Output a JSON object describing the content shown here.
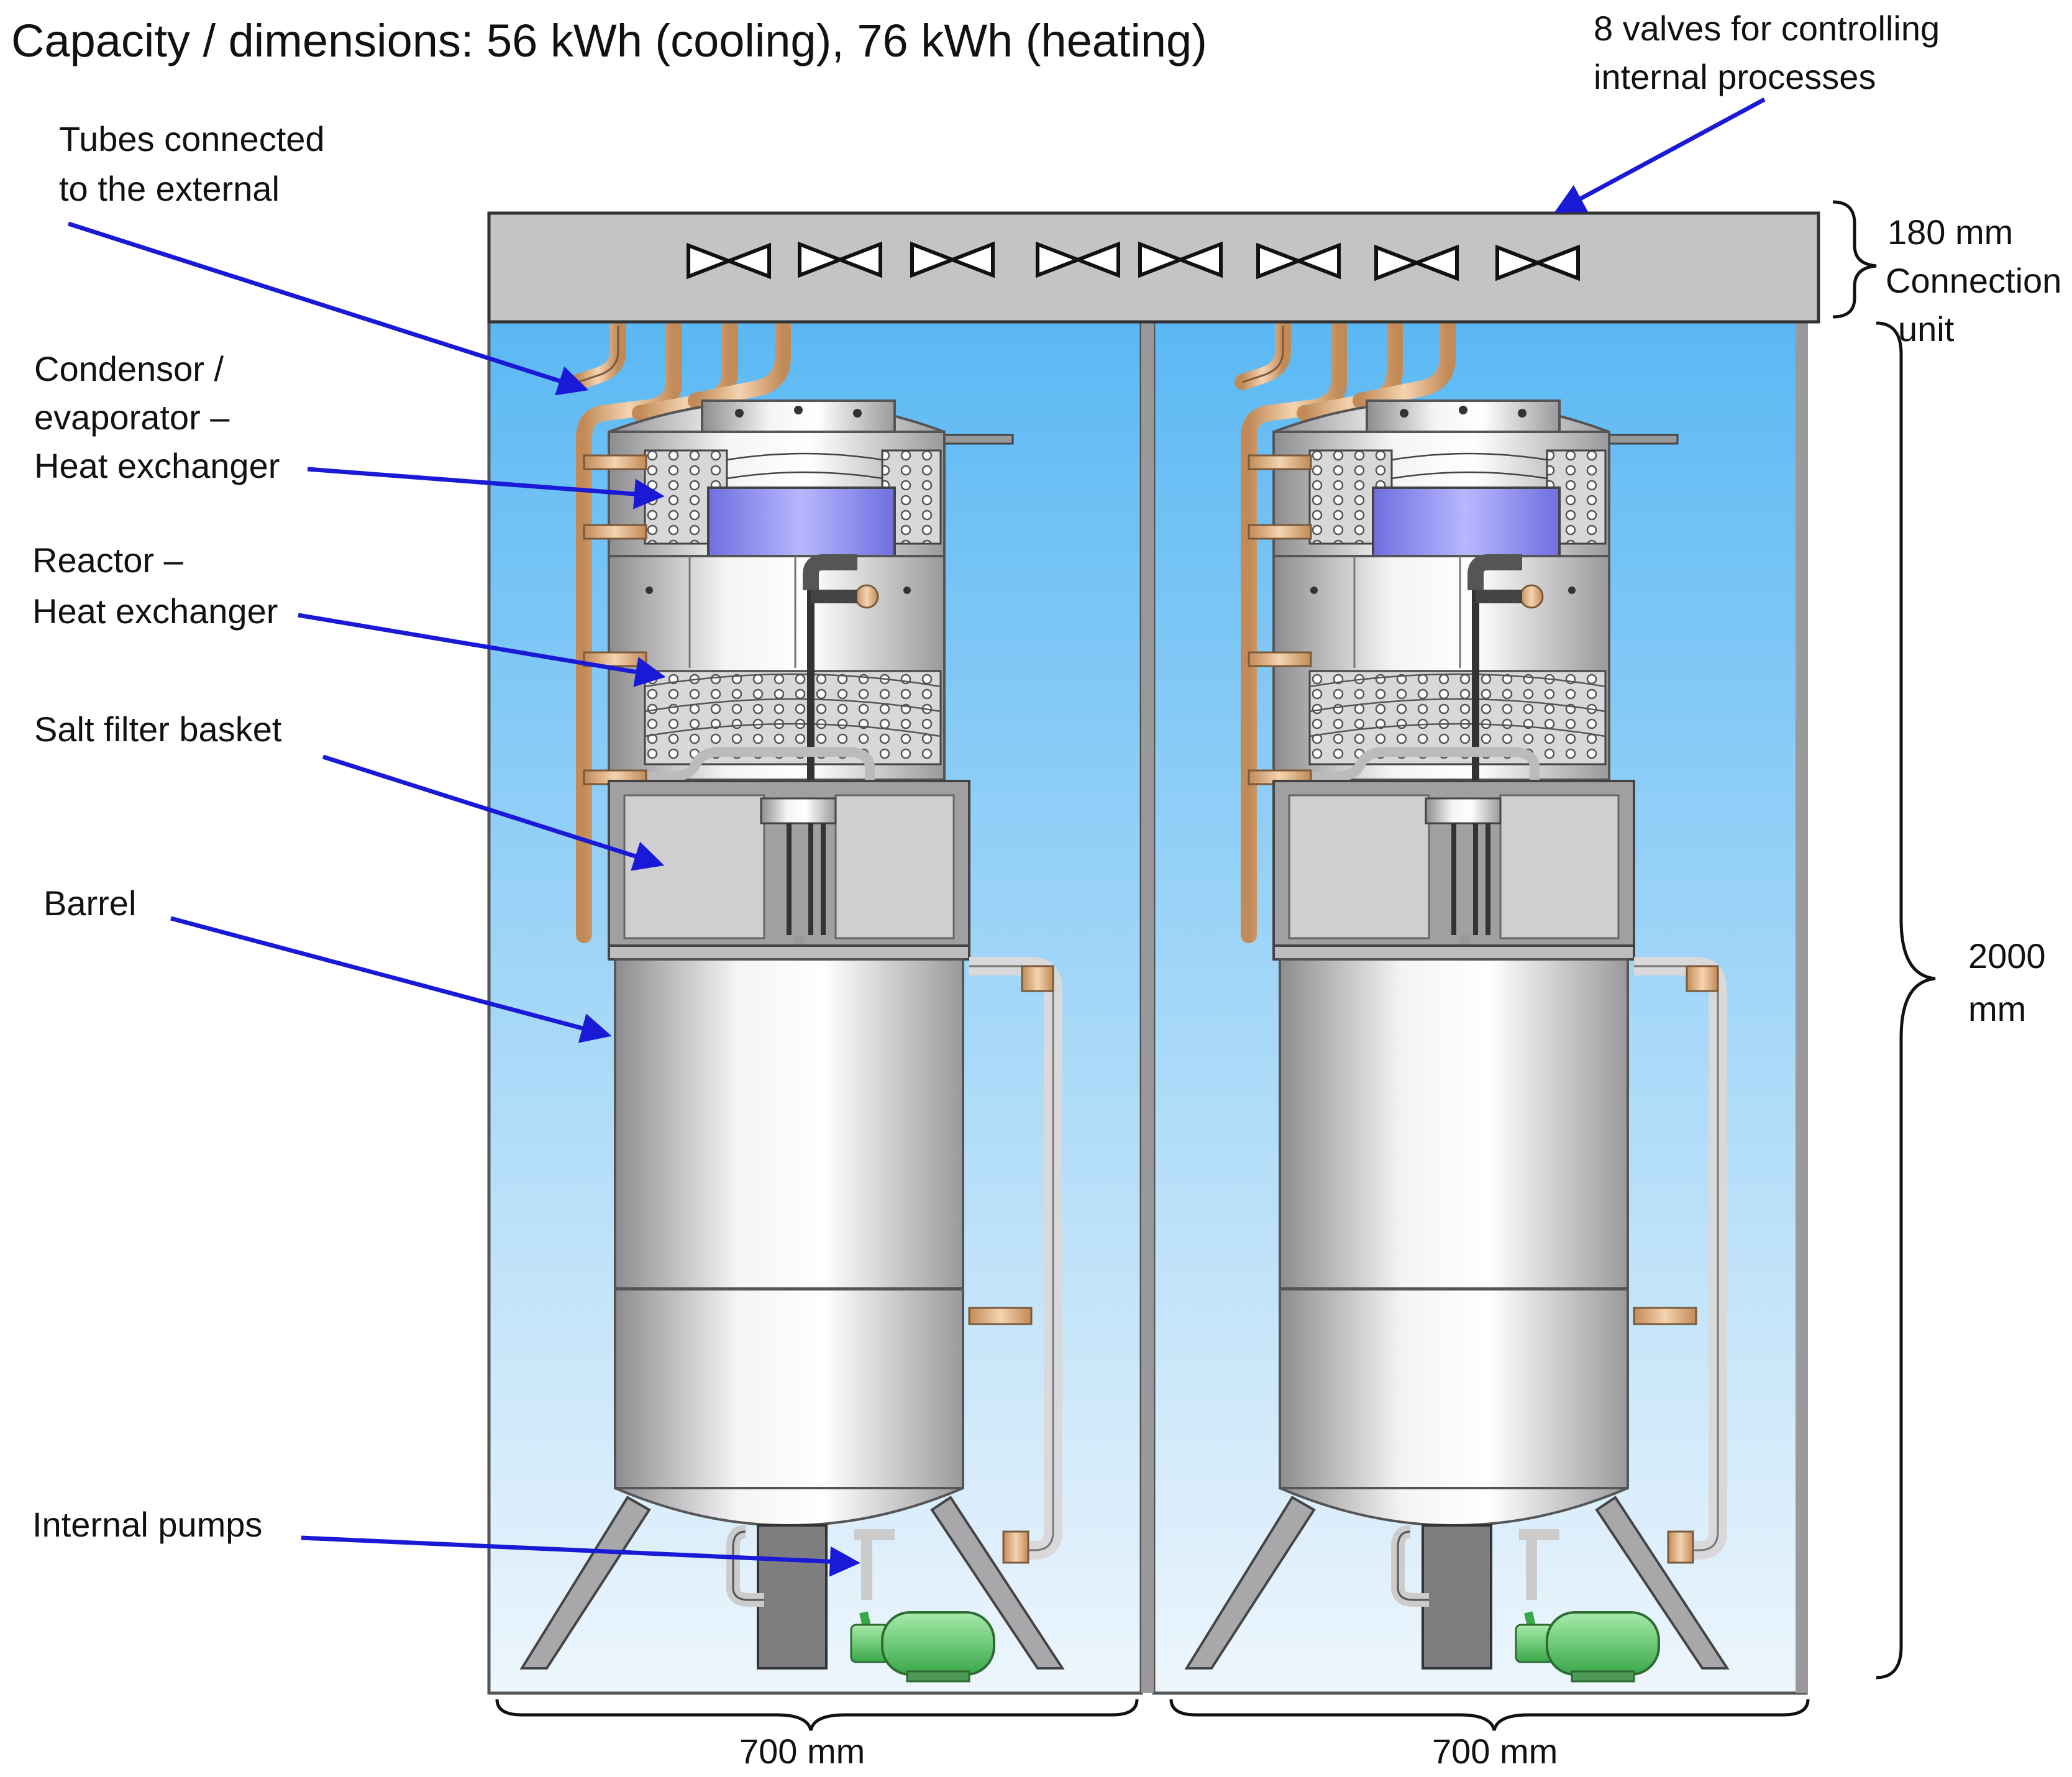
{
  "title": "Capacity / dimensions: 56 kWh (cooling), 76 kWh (heating)",
  "callouts": {
    "valves": [
      "8 valves for controlling",
      "internal processes"
    ],
    "tubes": [
      "Tubes connected",
      "to the external"
    ],
    "condensor": [
      "Condensor /",
      "evaporator –",
      "Heat exchanger"
    ],
    "reactor": [
      "Reactor –",
      "Heat exchanger"
    ],
    "salt_filter": "Salt filter basket",
    "barrel": "Barrel",
    "pumps": "Internal pumps"
  },
  "dimensions": {
    "connection_height": "180 mm",
    "connection_label": [
      "Connection",
      "unit"
    ],
    "total_height": [
      "2000",
      "mm"
    ],
    "width_left": "700 mm",
    "width_right": "700 mm"
  },
  "colors": {
    "arrow": "#1a1ad6",
    "panel_top": "#5ab8f4",
    "panel_bottom": "#e8f3fb",
    "connection_unit": "#c4c4c6",
    "metal": "#c9c9cb",
    "copper": "#e5b98c",
    "pump": "#6fcf7a",
    "reactor_window": "#8e8ef2"
  }
}
